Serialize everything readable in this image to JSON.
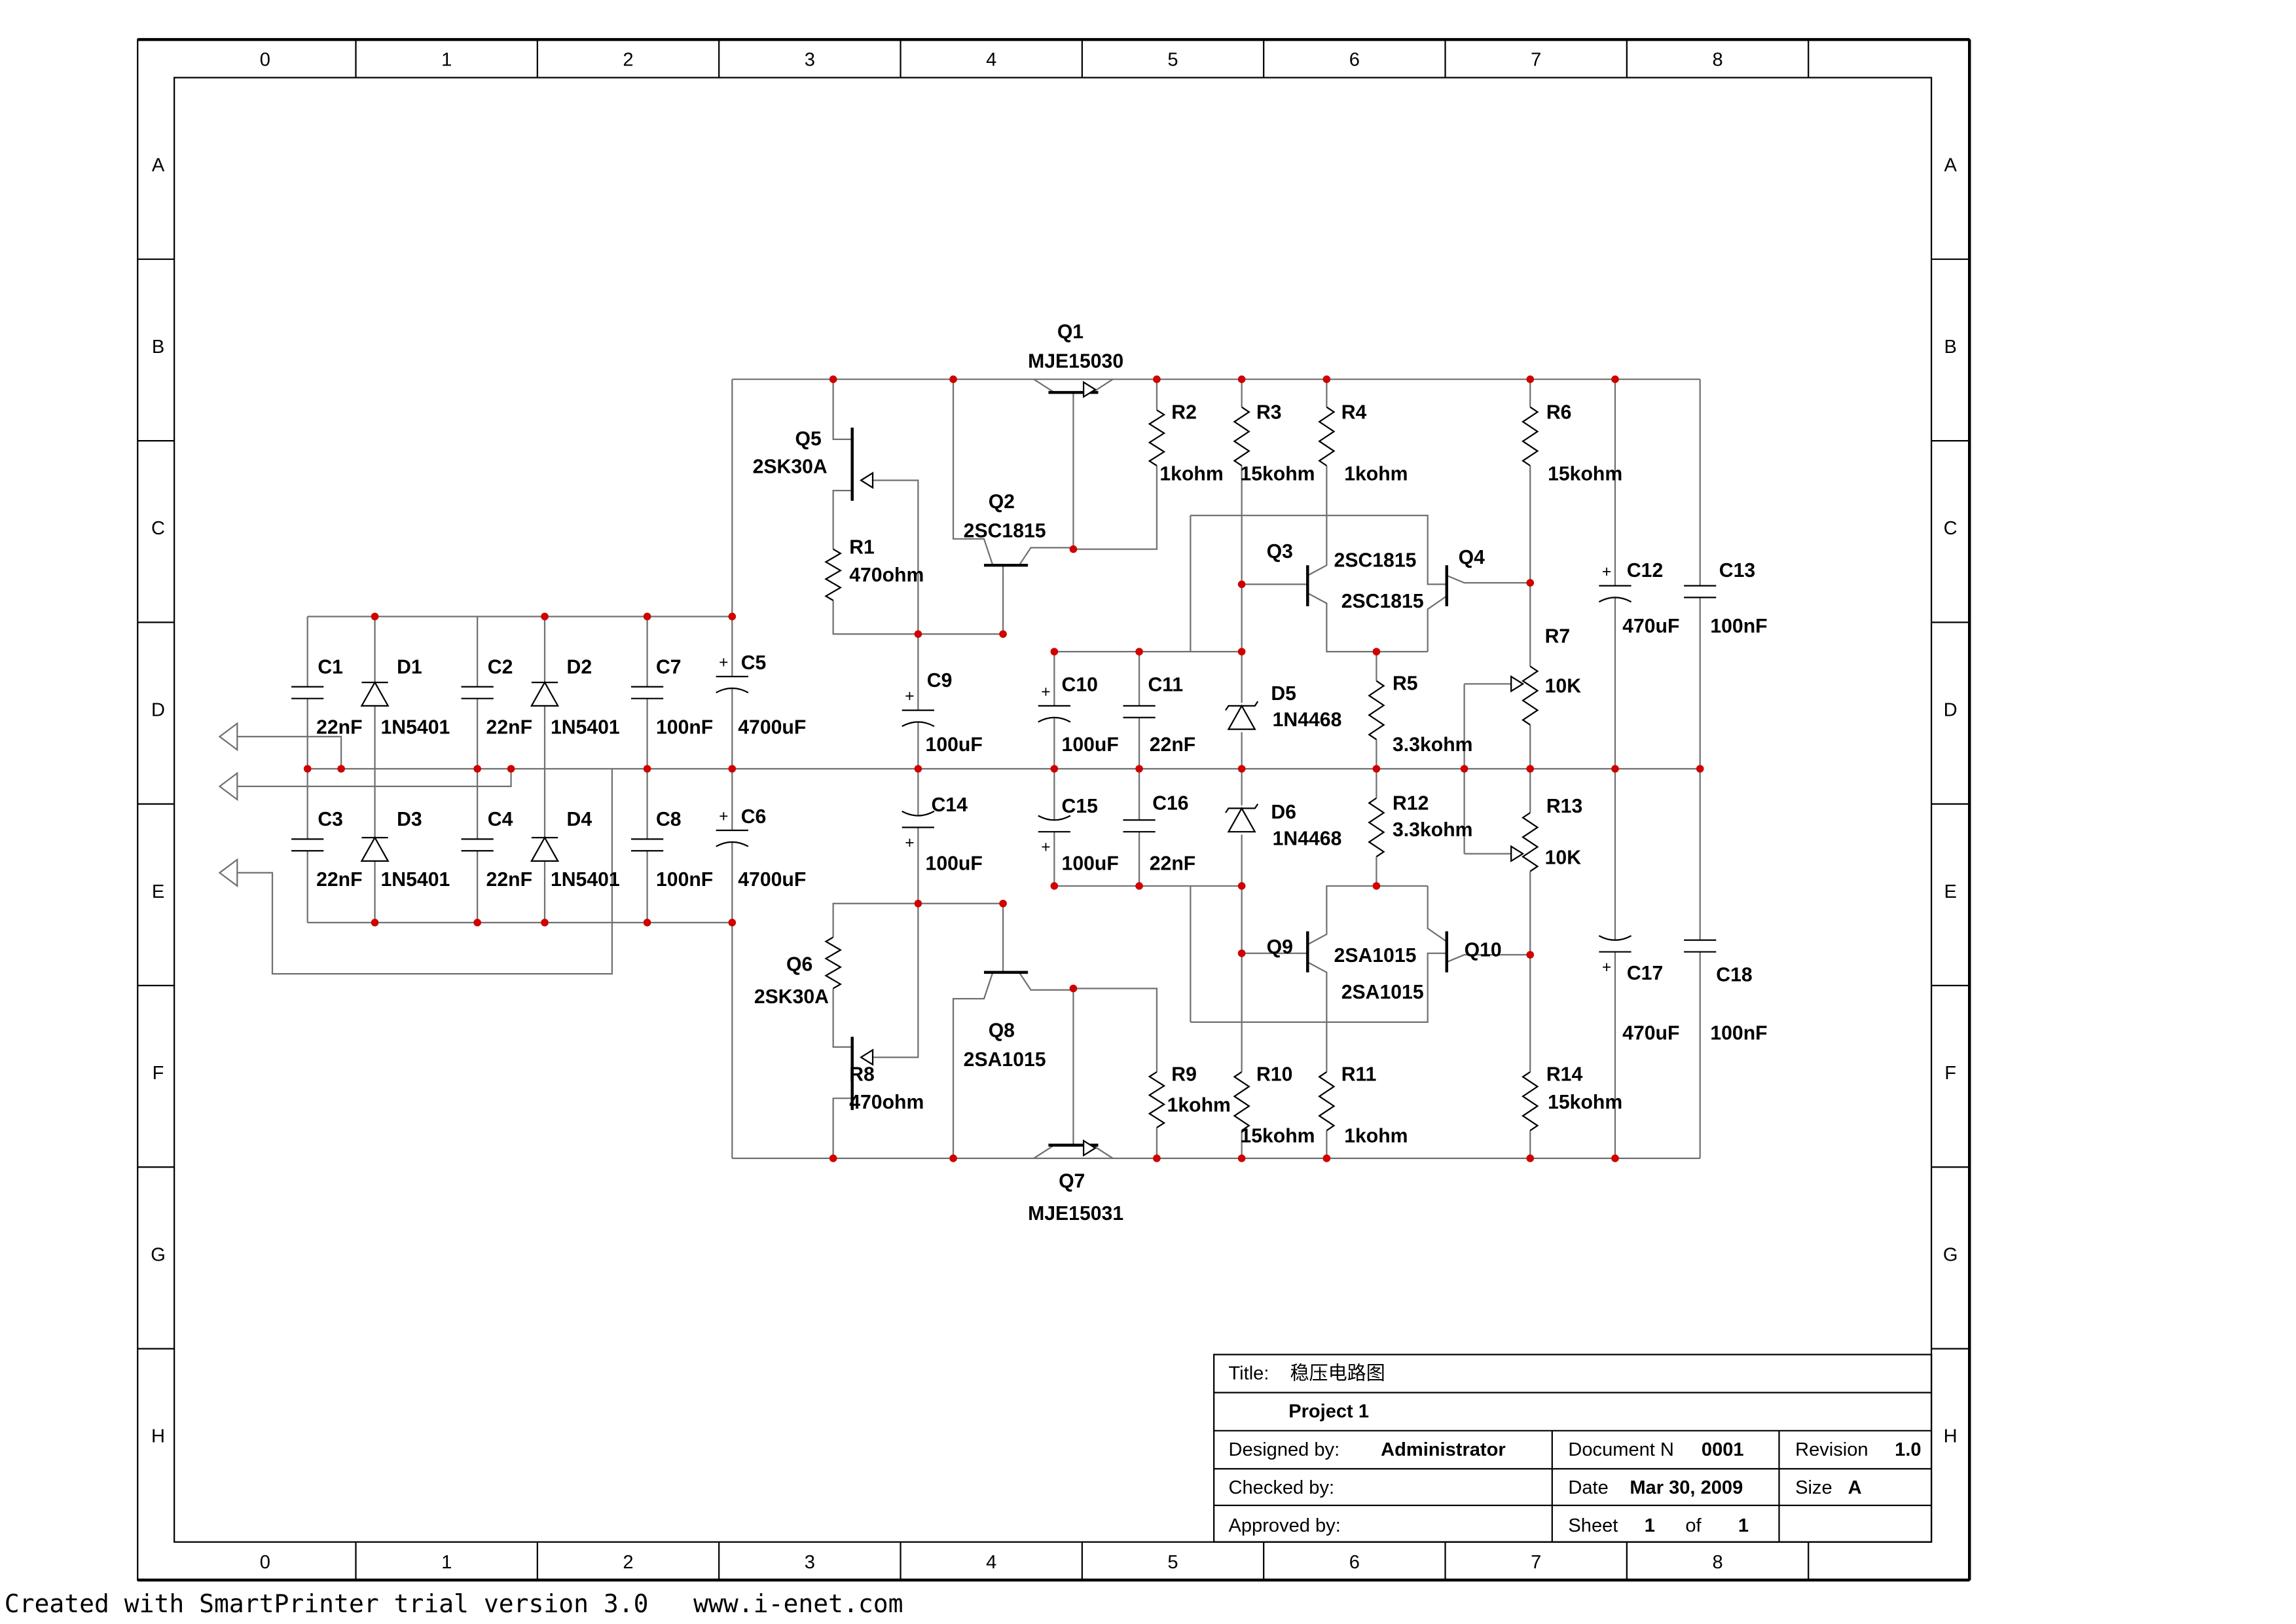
{
  "frame": {
    "columns": [
      "0",
      "1",
      "2",
      "3",
      "4",
      "5",
      "6",
      "7",
      "8"
    ],
    "rows": [
      "A",
      "B",
      "C",
      "D",
      "E",
      "F",
      "G",
      "H"
    ]
  },
  "components": [
    {
      "ref": "Q1",
      "value": "MJE15030"
    },
    {
      "ref": "Q5",
      "value": "2SK30A"
    },
    {
      "ref": "R2",
      "value": "1kohm"
    },
    {
      "ref": "R3",
      "value": "15kohm"
    },
    {
      "ref": "R4",
      "value": "1kohm"
    },
    {
      "ref": "R6",
      "value": "15kohm"
    },
    {
      "ref": "Q2",
      "value": "2SC1815"
    },
    {
      "ref": "R1",
      "value": "470ohm"
    },
    {
      "ref": "Q3",
      "value": "2SC1815"
    },
    {
      "ref": "Q4",
      "value": "2SC1815"
    },
    {
      "ref": "C12",
      "value": "470uF"
    },
    {
      "ref": "C13",
      "value": "100nF"
    },
    {
      "ref": "R7",
      "value": "10K"
    },
    {
      "ref": "C9",
      "value": "100uF"
    },
    {
      "ref": "C10",
      "value": "100uF"
    },
    {
      "ref": "C11",
      "value": "22nF"
    },
    {
      "ref": "D5",
      "value": "1N4468"
    },
    {
      "ref": "R5",
      "value": "3.3kohm"
    },
    {
      "ref": "C1",
      "value": "22nF"
    },
    {
      "ref": "D1",
      "value": "1N5401"
    },
    {
      "ref": "C2",
      "value": "22nF"
    },
    {
      "ref": "D2",
      "value": "1N5401"
    },
    {
      "ref": "C7",
      "value": "100nF"
    },
    {
      "ref": "C5",
      "value": "4700uF"
    },
    {
      "ref": "C3",
      "value": "22nF"
    },
    {
      "ref": "D3",
      "value": "1N5401"
    },
    {
      "ref": "C4",
      "value": "22nF"
    },
    {
      "ref": "D4",
      "value": "1N5401"
    },
    {
      "ref": "C8",
      "value": "100nF"
    },
    {
      "ref": "C6",
      "value": "4700uF"
    },
    {
      "ref": "C14",
      "value": "100uF"
    },
    {
      "ref": "C15",
      "value": "100uF"
    },
    {
      "ref": "C16",
      "value": "22nF"
    },
    {
      "ref": "D6",
      "value": "1N4468"
    },
    {
      "ref": "R12",
      "value": "3.3kohm"
    },
    {
      "ref": "R13",
      "value": "10K"
    },
    {
      "ref": "Q9",
      "value": "2SA1015"
    },
    {
      "ref": "Q10",
      "value": "2SA1015"
    },
    {
      "ref": "C17",
      "value": "470uF"
    },
    {
      "ref": "C18",
      "value": "100nF"
    },
    {
      "ref": "Q6",
      "value": "2SK30A"
    },
    {
      "ref": "Q8",
      "value": "2SA1015"
    },
    {
      "ref": "R8",
      "value": "470ohm"
    },
    {
      "ref": "R9",
      "value": "1kohm"
    },
    {
      "ref": "R10",
      "value": "15kohm"
    },
    {
      "ref": "R11",
      "value": "1kohm"
    },
    {
      "ref": "R14",
      "value": "15kohm"
    },
    {
      "ref": "Q7",
      "value": "MJE15031"
    }
  ],
  "title_block": {
    "title_label": "Title:",
    "title": "稳压电路图",
    "project": "Project 1",
    "designed_label": "Designed by:",
    "designed_by": "Administrator",
    "document_label": "Document N",
    "document_no": "0001",
    "revision_label": "Revision",
    "revision": "1.0",
    "checked_label": "Checked by:",
    "date_label": "Date",
    "date": "Mar 30, 2009",
    "size_label": "Size",
    "size": "A",
    "approved_label": "Approved by:",
    "sheet_label": "Sheet",
    "sheet": "1",
    "of_label": "of",
    "sheet_total": "1"
  },
  "footer": {
    "text": "Created with SmartPrinter trial version 3.0   www.i-enet.com"
  },
  "colors": {
    "junction": "#d00000",
    "wire": "#707070"
  }
}
